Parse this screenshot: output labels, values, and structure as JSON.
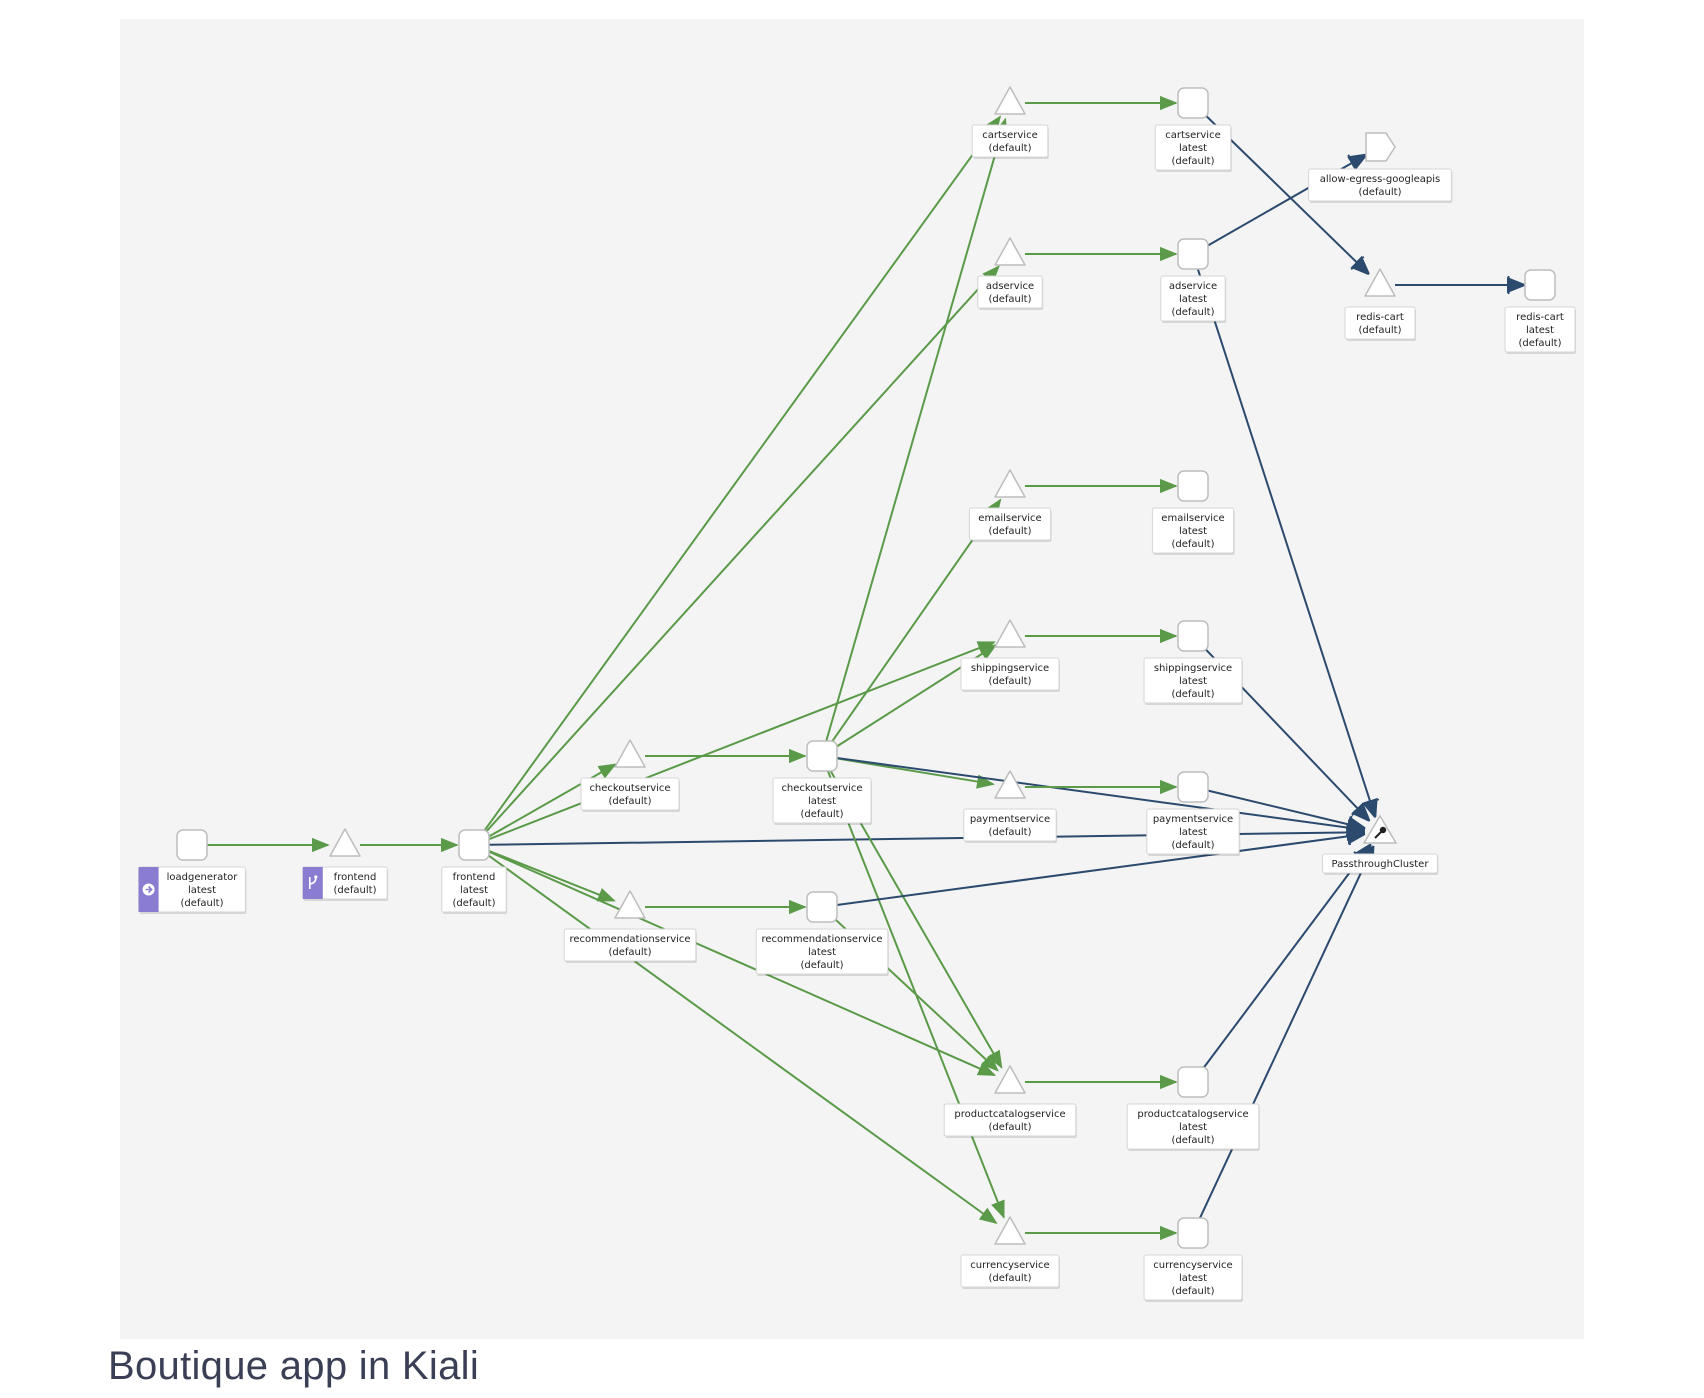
{
  "caption": "Boutique app in Kiali",
  "colors": {
    "panel_background": "#f4f4f5",
    "edge_http": "#5a9a48",
    "edge_tcp": "#2b4a6e",
    "node_fill": "#ffffff",
    "node_stroke": "#bdbdbd",
    "badge": "#8a7dd1"
  },
  "nodes": [
    {
      "id": "loadgenerator-app",
      "shape": "app",
      "label": [
        "loadgenerator",
        "latest",
        "(default)"
      ],
      "badge": "arrow-right-icon"
    },
    {
      "id": "frontend-svc",
      "shape": "service",
      "label": [
        "frontend",
        "(default)"
      ],
      "badge": "virtual-service-icon"
    },
    {
      "id": "frontend-app",
      "shape": "app",
      "label": [
        "frontend",
        "latest",
        "(default)"
      ]
    },
    {
      "id": "checkoutservice-svc",
      "shape": "service",
      "label": [
        "checkoutservice",
        "(default)"
      ]
    },
    {
      "id": "checkoutservice-app",
      "shape": "app",
      "label": [
        "checkoutservice",
        "latest",
        "(default)"
      ]
    },
    {
      "id": "recommendationservice-svc",
      "shape": "service",
      "label": [
        "recommendationservice",
        "(default)"
      ]
    },
    {
      "id": "recommendationservice-app",
      "shape": "app",
      "label": [
        "recommendationservice",
        "latest",
        "(default)"
      ]
    },
    {
      "id": "cartservice-svc",
      "shape": "service",
      "label": [
        "cartservice",
        "(default)"
      ]
    },
    {
      "id": "cartservice-app",
      "shape": "app",
      "label": [
        "cartservice",
        "latest",
        "(default)"
      ]
    },
    {
      "id": "adservice-svc",
      "shape": "service",
      "label": [
        "adservice",
        "(default)"
      ]
    },
    {
      "id": "adservice-app",
      "shape": "app",
      "label": [
        "adservice",
        "latest",
        "(default)"
      ]
    },
    {
      "id": "emailservice-svc",
      "shape": "service",
      "label": [
        "emailservice",
        "(default)"
      ]
    },
    {
      "id": "emailservice-app",
      "shape": "app",
      "label": [
        "emailservice",
        "latest",
        "(default)"
      ]
    },
    {
      "id": "shippingservice-svc",
      "shape": "service",
      "label": [
        "shippingservice",
        "(default)"
      ]
    },
    {
      "id": "shippingservice-app",
      "shape": "app",
      "label": [
        "shippingservice",
        "latest",
        "(default)"
      ]
    },
    {
      "id": "paymentservice-svc",
      "shape": "service",
      "label": [
        "paymentservice",
        "(default)"
      ]
    },
    {
      "id": "paymentservice-app",
      "shape": "app",
      "label": [
        "paymentservice",
        "latest",
        "(default)"
      ]
    },
    {
      "id": "productcatalogservice-svc",
      "shape": "service",
      "label": [
        "productcatalogservice",
        "(default)"
      ]
    },
    {
      "id": "productcatalogservice-app",
      "shape": "app",
      "label": [
        "productcatalogservice",
        "latest",
        "(default)"
      ]
    },
    {
      "id": "currencyservice-svc",
      "shape": "service",
      "label": [
        "currencyservice",
        "(default)"
      ]
    },
    {
      "id": "currencyservice-app",
      "shape": "app",
      "label": [
        "currencyservice",
        "latest",
        "(default)"
      ]
    },
    {
      "id": "allow-egress-googleapis",
      "shape": "serviceentry",
      "label": [
        "allow-egress-googleapis",
        "(default)"
      ]
    },
    {
      "id": "redis-cart-svc",
      "shape": "service",
      "label": [
        "redis-cart",
        "(default)"
      ]
    },
    {
      "id": "redis-cart-app",
      "shape": "app",
      "label": [
        "redis-cart",
        "latest",
        "(default)"
      ]
    },
    {
      "id": "passthrough",
      "shape": "passthrough",
      "label": [
        "PassthroughCluster"
      ],
      "badge": "key-icon"
    }
  ],
  "edges": [
    {
      "from": "loadgenerator-app",
      "to": "frontend-svc",
      "protocol": "http"
    },
    {
      "from": "frontend-svc",
      "to": "frontend-app",
      "protocol": "http"
    },
    {
      "from": "frontend-app",
      "to": "checkoutservice-svc",
      "protocol": "http"
    },
    {
      "from": "frontend-app",
      "to": "recommendationservice-svc",
      "protocol": "http"
    },
    {
      "from": "frontend-app",
      "to": "cartservice-svc",
      "protocol": "http"
    },
    {
      "from": "frontend-app",
      "to": "adservice-svc",
      "protocol": "http"
    },
    {
      "from": "frontend-app",
      "to": "shippingservice-svc",
      "protocol": "http"
    },
    {
      "from": "frontend-app",
      "to": "productcatalogservice-svc",
      "protocol": "http"
    },
    {
      "from": "frontend-app",
      "to": "currencyservice-svc",
      "protocol": "http"
    },
    {
      "from": "frontend-app",
      "to": "passthrough",
      "protocol": "tcp"
    },
    {
      "from": "checkoutservice-svc",
      "to": "checkoutservice-app",
      "protocol": "http"
    },
    {
      "from": "recommendationservice-svc",
      "to": "recommendationservice-app",
      "protocol": "http"
    },
    {
      "from": "checkoutservice-app",
      "to": "cartservice-svc",
      "protocol": "http"
    },
    {
      "from": "checkoutservice-app",
      "to": "emailservice-svc",
      "protocol": "http"
    },
    {
      "from": "checkoutservice-app",
      "to": "shippingservice-svc",
      "protocol": "http"
    },
    {
      "from": "checkoutservice-app",
      "to": "paymentservice-svc",
      "protocol": "http"
    },
    {
      "from": "checkoutservice-app",
      "to": "productcatalogservice-svc",
      "protocol": "http"
    },
    {
      "from": "checkoutservice-app",
      "to": "currencyservice-svc",
      "protocol": "http"
    },
    {
      "from": "checkoutservice-app",
      "to": "passthrough",
      "protocol": "tcp"
    },
    {
      "from": "recommendationservice-app",
      "to": "productcatalogservice-svc",
      "protocol": "http"
    },
    {
      "from": "recommendationservice-app",
      "to": "passthrough",
      "protocol": "tcp"
    },
    {
      "from": "cartservice-svc",
      "to": "cartservice-app",
      "protocol": "http"
    },
    {
      "from": "adservice-svc",
      "to": "adservice-app",
      "protocol": "http"
    },
    {
      "from": "emailservice-svc",
      "to": "emailservice-app",
      "protocol": "http"
    },
    {
      "from": "shippingservice-svc",
      "to": "shippingservice-app",
      "protocol": "http"
    },
    {
      "from": "paymentservice-svc",
      "to": "paymentservice-app",
      "protocol": "http"
    },
    {
      "from": "productcatalogservice-svc",
      "to": "productcatalogservice-app",
      "protocol": "http"
    },
    {
      "from": "currencyservice-svc",
      "to": "currencyservice-app",
      "protocol": "http"
    },
    {
      "from": "cartservice-app",
      "to": "redis-cart-svc",
      "protocol": "tcp"
    },
    {
      "from": "redis-cart-svc",
      "to": "redis-cart-app",
      "protocol": "tcp"
    },
    {
      "from": "adservice-app",
      "to": "allow-egress-googleapis",
      "protocol": "tcp"
    },
    {
      "from": "adservice-app",
      "to": "passthrough",
      "protocol": "tcp"
    },
    {
      "from": "shippingservice-app",
      "to": "passthrough",
      "protocol": "tcp"
    },
    {
      "from": "paymentservice-app",
      "to": "passthrough",
      "protocol": "tcp"
    },
    {
      "from": "productcatalogservice-app",
      "to": "passthrough",
      "protocol": "tcp"
    },
    {
      "from": "currencyservice-app",
      "to": "passthrough",
      "protocol": "tcp"
    }
  ]
}
